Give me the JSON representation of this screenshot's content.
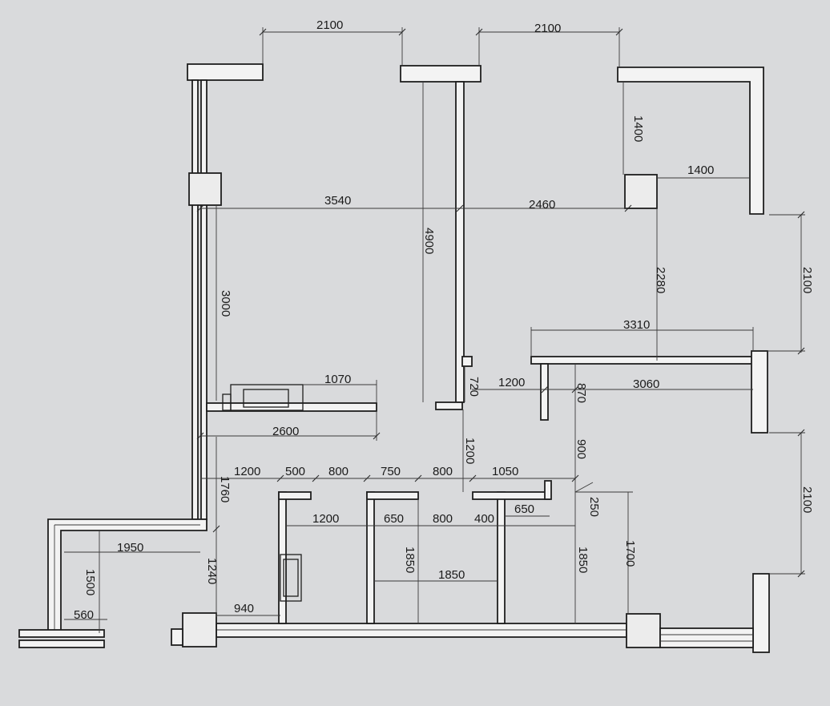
{
  "background": "#d9dadc",
  "ink": "#1e1e1e",
  "dimensions": {
    "top_left_opening": "2100",
    "top_right_opening": "2100",
    "upper_right_short": "1400",
    "upper_right_pier": "1400",
    "left_room_width": "3540",
    "right_room_width": "2460",
    "center_wall_height": "4900",
    "left_wall_height": "3000",
    "right_column_drop": "2280",
    "right_side_top": "2100",
    "right_side_bottom": "2100",
    "mid_right_width": "3310",
    "mid_right_inner": "3060",
    "mid_gap": "1200",
    "door_step": "720",
    "partition_short": "870",
    "partition_gap": "900",
    "kitchen_counter": "1070",
    "kitchen_width": "2600",
    "corridor_gap": "1200",
    "bath_a": "1200",
    "bath_b": "500",
    "bath_c": "800",
    "bath_d": "750",
    "bath_e": "800",
    "bath_f": "1050",
    "bath_offset": "250",
    "left_height": "1760",
    "lower_left_1200": "1200",
    "lower_650": "650",
    "lower_800": "800",
    "lower_400": "400",
    "lower_650b": "650",
    "lower_1850a": "1850",
    "lower_1850b": "1850",
    "lower_1850c": "1850",
    "right_bottom_1700": "1700",
    "balcony_1950": "1950",
    "balcony_1500": "1500",
    "balcony_1240": "1240",
    "balcony_560": "560",
    "bottom_940": "940"
  }
}
